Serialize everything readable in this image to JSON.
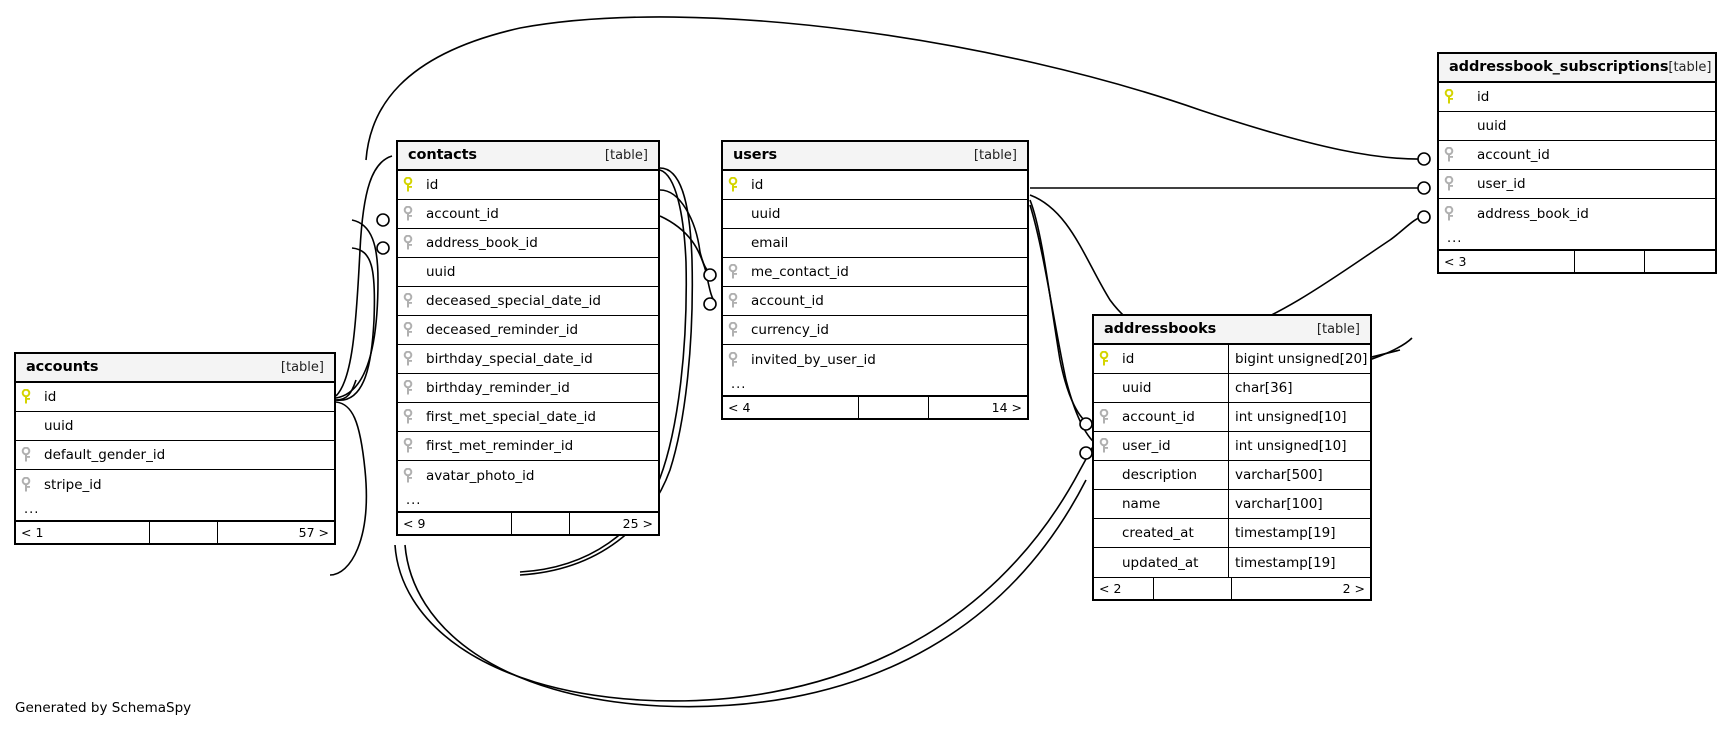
{
  "diagram": {
    "caption": "Generated by SchemaSpy",
    "kind_label": "[table]",
    "ellipsis": "...",
    "colors": {
      "pk_key": "#d4d400",
      "fk_key": "#b0b0b0",
      "header_bg": "#f4f4f4",
      "border": "#000000"
    }
  },
  "tables": [
    {
      "id": "accounts",
      "name": "accounts",
      "kind": "[table]",
      "columns": [
        {
          "name": "id",
          "key": "pk",
          "type": ""
        },
        {
          "name": "uuid",
          "key": "none",
          "type": ""
        },
        {
          "name": "default_gender_id",
          "key": "fk",
          "type": ""
        },
        {
          "name": "stripe_id",
          "key": "fk",
          "type": ""
        }
      ],
      "has_more": true,
      "footer": {
        "left": "< 1",
        "middle": "",
        "right": "57 >"
      }
    },
    {
      "id": "contacts",
      "name": "contacts",
      "kind": "[table]",
      "columns": [
        {
          "name": "id",
          "key": "pk",
          "type": ""
        },
        {
          "name": "account_id",
          "key": "fk",
          "type": ""
        },
        {
          "name": "address_book_id",
          "key": "fk",
          "type": ""
        },
        {
          "name": "uuid",
          "key": "none",
          "type": ""
        },
        {
          "name": "deceased_special_date_id",
          "key": "fk",
          "type": ""
        },
        {
          "name": "deceased_reminder_id",
          "key": "fk",
          "type": ""
        },
        {
          "name": "birthday_special_date_id",
          "key": "fk",
          "type": ""
        },
        {
          "name": "birthday_reminder_id",
          "key": "fk",
          "type": ""
        },
        {
          "name": "first_met_special_date_id",
          "key": "fk",
          "type": ""
        },
        {
          "name": "first_met_reminder_id",
          "key": "fk",
          "type": ""
        },
        {
          "name": "avatar_photo_id",
          "key": "fk",
          "type": ""
        }
      ],
      "has_more": true,
      "footer": {
        "left": "< 9",
        "middle": "",
        "right": "25 >"
      }
    },
    {
      "id": "users",
      "name": "users",
      "kind": "[table]",
      "columns": [
        {
          "name": "id",
          "key": "pk",
          "type": ""
        },
        {
          "name": "uuid",
          "key": "none",
          "type": ""
        },
        {
          "name": "email",
          "key": "none",
          "type": ""
        },
        {
          "name": "me_contact_id",
          "key": "fk",
          "type": ""
        },
        {
          "name": "account_id",
          "key": "fk",
          "type": ""
        },
        {
          "name": "currency_id",
          "key": "fk",
          "type": ""
        },
        {
          "name": "invited_by_user_id",
          "key": "fk",
          "type": ""
        }
      ],
      "has_more": true,
      "footer": {
        "left": "< 4",
        "middle": "",
        "right": "14 >"
      }
    },
    {
      "id": "addressbooks",
      "name": "addressbooks",
      "kind": "[table]",
      "columns": [
        {
          "name": "id",
          "key": "pk",
          "type": "bigint unsigned[20]"
        },
        {
          "name": "uuid",
          "key": "none",
          "type": "char[36]"
        },
        {
          "name": "account_id",
          "key": "fk",
          "type": "int unsigned[10]"
        },
        {
          "name": "user_id",
          "key": "fk",
          "type": "int unsigned[10]"
        },
        {
          "name": "description",
          "key": "none",
          "type": "varchar[500]"
        },
        {
          "name": "name",
          "key": "none",
          "type": "varchar[100]"
        },
        {
          "name": "created_at",
          "key": "none",
          "type": "timestamp[19]"
        },
        {
          "name": "updated_at",
          "key": "none",
          "type": "timestamp[19]"
        }
      ],
      "has_more": false,
      "footer": {
        "left": "< 2",
        "middle": "",
        "right": "2 >"
      }
    },
    {
      "id": "addressbook_subscriptions",
      "name": "addressbook_subscriptions",
      "kind": "[table]",
      "columns": [
        {
          "name": "id",
          "key": "pk",
          "type": ""
        },
        {
          "name": "uuid",
          "key": "none",
          "type": ""
        },
        {
          "name": "account_id",
          "key": "fk",
          "type": ""
        },
        {
          "name": "user_id",
          "key": "fk",
          "type": ""
        },
        {
          "name": "address_book_id",
          "key": "fk",
          "type": ""
        }
      ],
      "has_more": true,
      "footer": {
        "left": "< 3",
        "middle": "",
        "right": ""
      }
    }
  ]
}
